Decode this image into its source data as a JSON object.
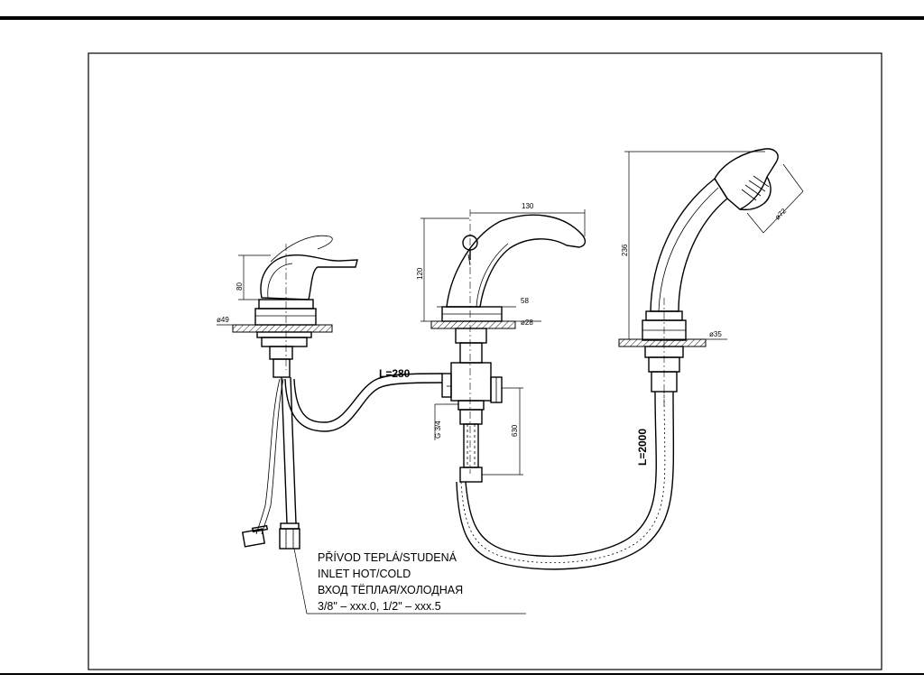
{
  "dimensions": {
    "lever_height": "80",
    "lever_base_dia": "ø49",
    "spout_length": "130",
    "spout_height": "120",
    "spout_offset": "58",
    "spout_base_dia": "ø28",
    "thread": "G 3/4",
    "connector_length": "630",
    "hose_connector_length": "L=280",
    "shower_height": "236",
    "shower_head_dia": "ø72",
    "shower_base_dia": "ø35",
    "shower_hose_length": "L=2000"
  },
  "note": {
    "line1": "PŘÍVOD TEPLÁ/STUDENÁ",
    "line2": "INLET HOT/COLD",
    "line3": "ВХОД ТЁПЛАЯ/ХОЛОДНАЯ",
    "line4": "3/8\" – xxx.0,  1/2\" – xxx.5"
  }
}
